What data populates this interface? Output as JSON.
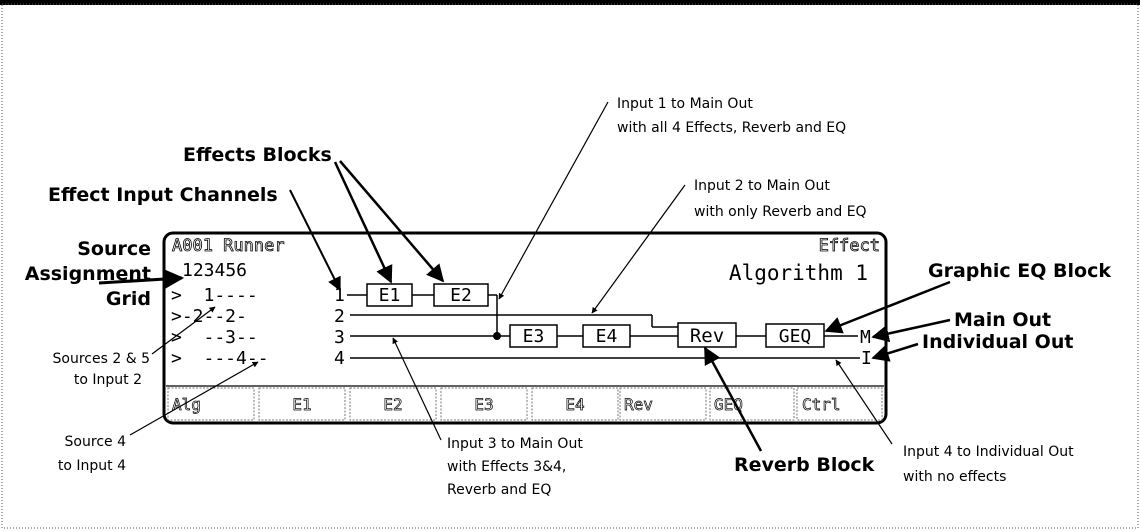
{
  "screen": {
    "header_left": "A001 Runner",
    "header_right": "Effect",
    "algorithm": "Algorithm 1",
    "source_numbers": "123456",
    "grid_rows": [
      ">  1----",
      ">-2--2-",
      ">  --3--",
      ">  ---4--"
    ],
    "input_channels": [
      "1",
      "2",
      "3",
      "4"
    ],
    "blocks": {
      "e1": "E1",
      "e2": "E2",
      "e3": "E3",
      "e4": "E4",
      "rev": "Rev",
      "geq": "GEQ"
    },
    "out_main": "M",
    "out_individual": "I",
    "softkeys": [
      "Alg",
      "E1",
      "E2",
      "E3",
      "E4",
      "Rev",
      "GEQ",
      "Ctrl"
    ]
  },
  "labels": {
    "source_assignment_grid": [
      "Source",
      "Assignment",
      "Grid"
    ],
    "effect_input_channels": "Effect Input Channels",
    "effects_blocks": "Effects Blocks",
    "graphic_eq_block": "Graphic EQ Block",
    "main_out": "Main Out",
    "individual_out": "Individual Out",
    "reverb_block": "Reverb Block",
    "sources_2_5": [
      "Sources 2 & 5",
      "to Input 2"
    ],
    "source_4": [
      "Source 4",
      "to Input 4"
    ],
    "input1_note": [
      "Input 1 to Main Out",
      "with all 4 Effects, Reverb and EQ"
    ],
    "input2_note": [
      "Input 2 to Main Out",
      "with only Reverb and EQ"
    ],
    "input3_note": [
      "Input 3 to Main Out",
      "with Effects 3&4,",
      "Reverb and EQ"
    ],
    "input4_note": [
      "Input 4 to Individual Out",
      "with no effects"
    ]
  }
}
